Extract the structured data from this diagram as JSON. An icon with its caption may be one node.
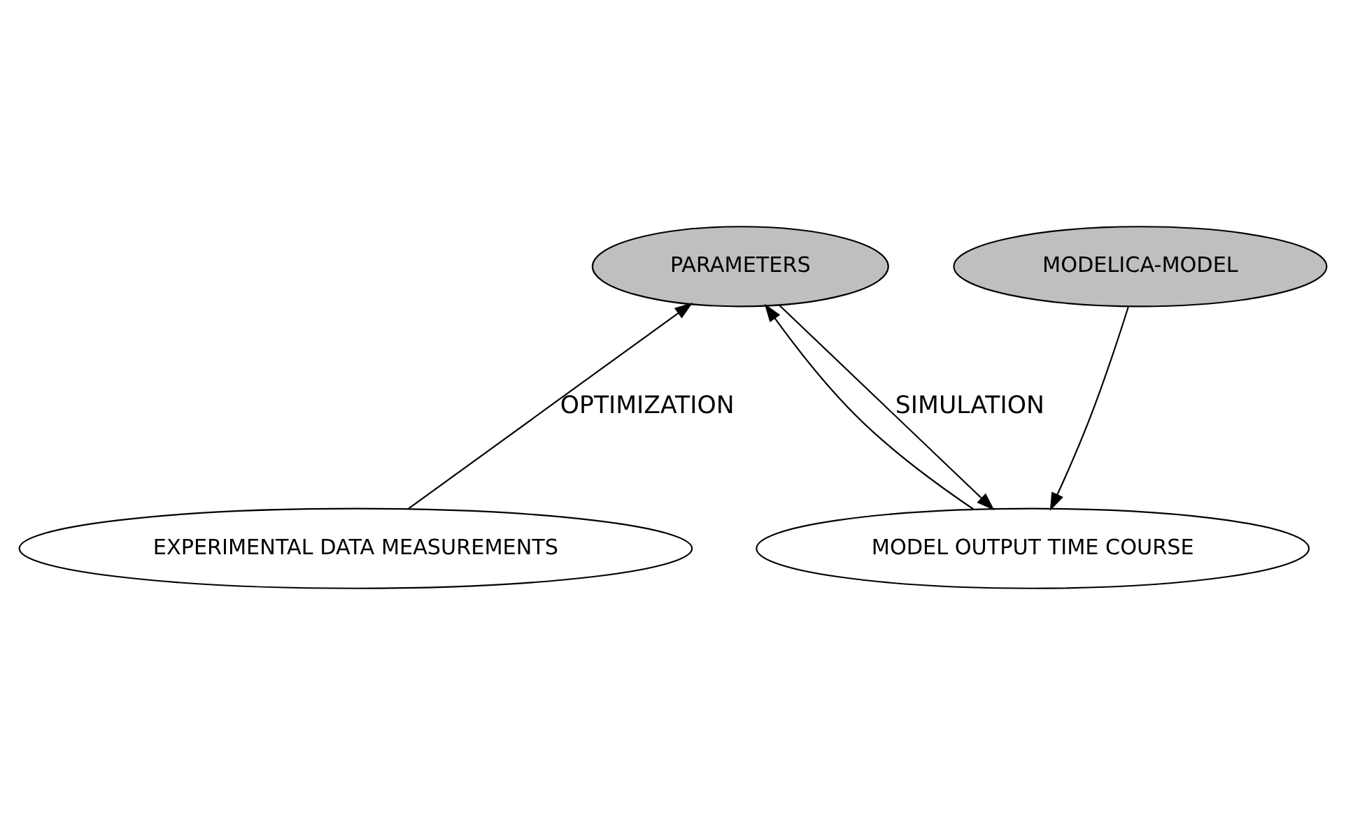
{
  "diagram": {
    "nodes": [
      {
        "text": [
          "PARAMETERS"
        ]
      },
      {
        "text": [
          "MODELICA-MODEL"
        ]
      },
      {
        "text": [
          "EXPERIMENTAL DATA MEASUREMENTS"
        ]
      },
      {
        "text": [
          "MODEL OUTPUT TIME COURSE"
        ]
      }
    ],
    "edges": [
      {
        "from": 0,
        "to": 3,
        "arrow": "to",
        "label": "SIMULATION"
      },
      {
        "from": 1,
        "to": 3,
        "arrow": "to"
      },
      {
        "from": 2,
        "to": 0,
        "arrow": "to",
        "label": "OPTIMIZATION"
      },
      {
        "from": 3,
        "to": 0,
        "arrow": "to"
      }
    ]
  }
}
